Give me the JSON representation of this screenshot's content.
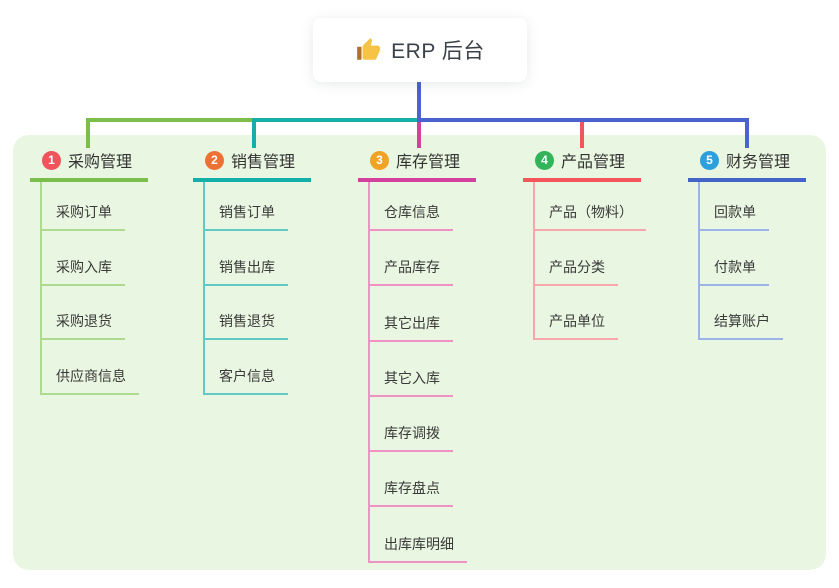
{
  "root": {
    "icon": "thumbs-up",
    "label": "ERP 后台"
  },
  "branches": [
    {
      "num": "1",
      "label": "采购管理",
      "badge_color": "#f0545c",
      "line_color": "#7cbe4a",
      "light_color": "#afda92",
      "children": [
        "采购订单",
        "采购入库",
        "采购退货",
        "供应商信息"
      ]
    },
    {
      "num": "2",
      "label": "销售管理",
      "badge_color": "#ed7135",
      "line_color": "#13afa8",
      "light_color": "#63c9c3",
      "children": [
        "销售订单",
        "销售出库",
        "销售退货",
        "客户信息"
      ]
    },
    {
      "num": "3",
      "label": "库存管理",
      "badge_color": "#f0a325",
      "line_color": "#d4409e",
      "light_color": "#ee93c4",
      "children": [
        "仓库信息",
        "产品库存",
        "其它出库",
        "其它入库",
        "库存调拨",
        "库存盘点",
        "出库库明细"
      ]
    },
    {
      "num": "4",
      "label": "产品管理",
      "badge_color": "#33b35a",
      "line_color": "#f2555c",
      "light_color": "#f6a9ab",
      "children": [
        "产品（物料）",
        "产品分类",
        "产品单位"
      ]
    },
    {
      "num": "5",
      "label": "财务管理",
      "badge_color": "#2ba0dc",
      "line_color": "#4464c8",
      "light_color": "#9db2e6",
      "children": [
        "回款单",
        "付款单",
        "结算账户"
      ]
    }
  ],
  "colors": {
    "panel_bg": "#e9f6e1",
    "trunk": "#4a63cd"
  }
}
